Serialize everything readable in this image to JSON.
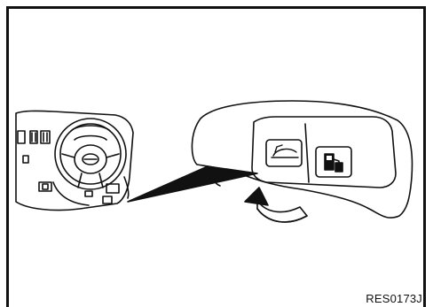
{
  "figure": {
    "reference_code": "RES0173J",
    "line_color": "#111111",
    "background_color": "#ffffff"
  },
  "illustration": {
    "left_view": "dashboard-with-steering-wheel",
    "right_view": "switch-panel-closeup",
    "switches": [
      {
        "icon": "trunk-open-icon"
      },
      {
        "icon": "fuel-door-icon"
      }
    ],
    "arrow": "curved-arrow-up-icon"
  }
}
